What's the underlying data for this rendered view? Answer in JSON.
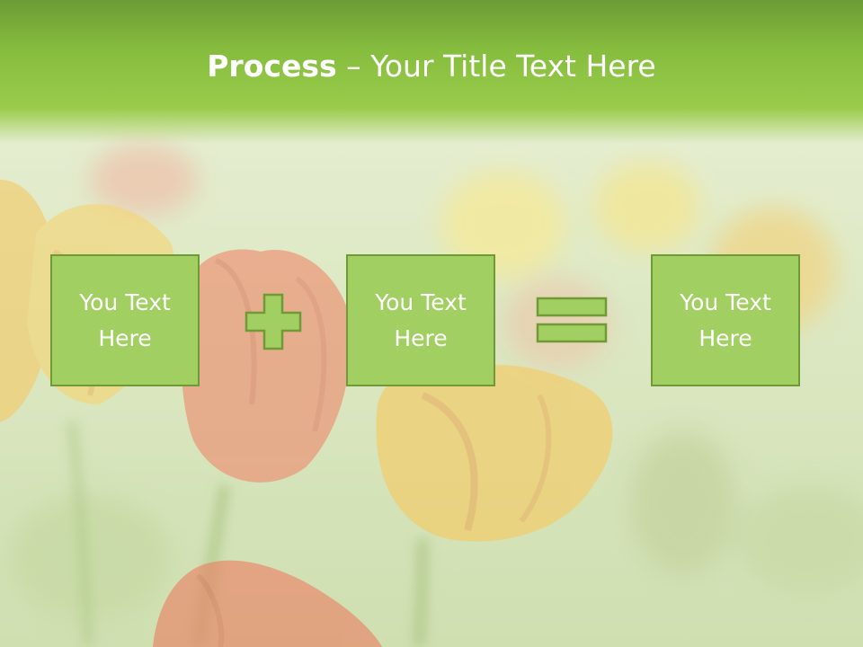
{
  "slide": {
    "title_bold": "Process",
    "title_rest": " – Your Title Text Here",
    "boxes": [
      {
        "line1": "You Text",
        "line2": "Here"
      },
      {
        "line1": "You Text",
        "line2": "Here"
      },
      {
        "line1": "You Text",
        "line2": "Here"
      }
    ],
    "operators": [
      "plus-icon",
      "equals-icon"
    ]
  },
  "colors": {
    "header_green": "#86bd3e",
    "box_fill": "#a2cf62",
    "box_border": "#6f9a35",
    "text": "#ffffff"
  }
}
